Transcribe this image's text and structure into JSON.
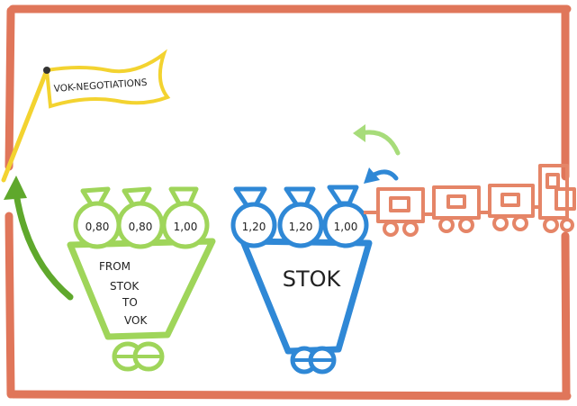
{
  "flag": {
    "label": "VOK-NEGOTIATIONS"
  },
  "wagons": [
    {
      "id": "vok",
      "title_lines": [
        "FROM",
        "STOK",
        "TO",
        "VOK"
      ],
      "bags": [
        "0,80",
        "0,80",
        "1,00"
      ]
    },
    {
      "id": "stok",
      "title_lines": [
        "STOK"
      ],
      "bags": [
        "1,20",
        "1,20",
        "1,00"
      ]
    }
  ],
  "colors": {
    "frame": "#e0765a",
    "green": "#9fd55a",
    "green_dark": "#5fa82c",
    "blue": "#2f88d6",
    "blue_dark": "#1f6fc0",
    "yellow": "#f3d330",
    "train": "#e58567",
    "ink": "#222222"
  }
}
